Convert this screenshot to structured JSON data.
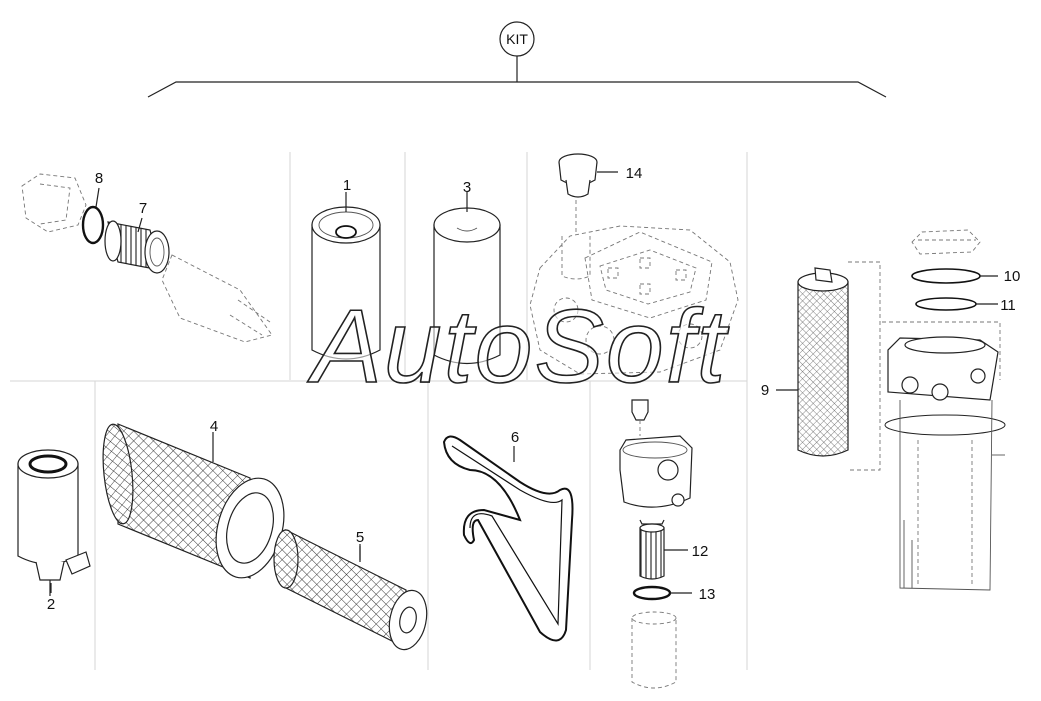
{
  "kit_label": "KIT",
  "watermark": "AutoSoft",
  "callouts": {
    "p1": "1",
    "p2": "2",
    "p3": "3",
    "p4": "4",
    "p5": "5",
    "p6": "6",
    "p7": "7",
    "p8": "8",
    "p9": "9",
    "p10": "10",
    "p11": "11",
    "p12": "12",
    "p13": "13",
    "p14": "14"
  }
}
